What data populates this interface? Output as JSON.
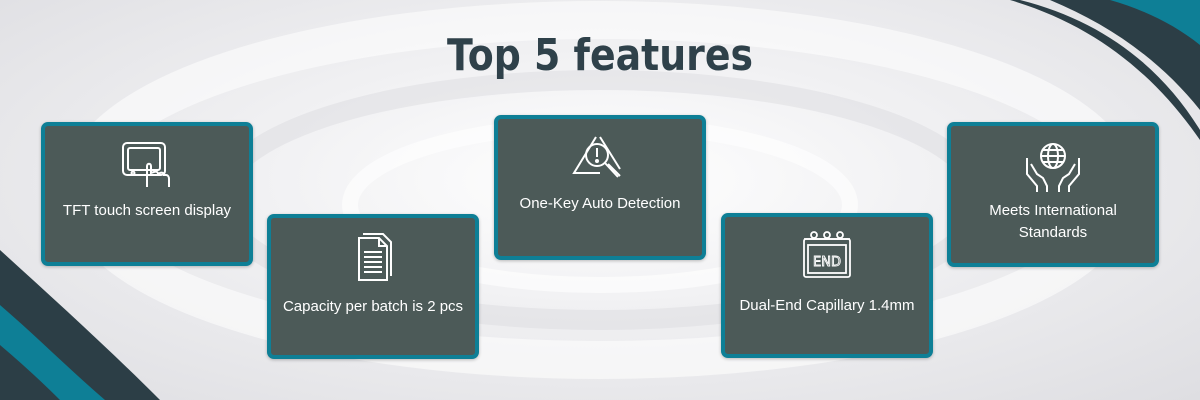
{
  "title": "Top 5 features",
  "features": [
    {
      "icon": "touchscreen-icon",
      "label": "TFT touch screen display"
    },
    {
      "icon": "documents-icon",
      "label": "Capacity per batch is 2 pcs"
    },
    {
      "icon": "warning-search-icon",
      "label": "One-Key Auto Detection"
    },
    {
      "icon": "end-calendar-icon",
      "label": "Dual-End Capillary 1.4mm"
    },
    {
      "icon": "globe-hands-icon",
      "label": "Meets International Standards"
    }
  ],
  "colors": {
    "card_bg": "#4c5a58",
    "card_border": "#0e7f96",
    "title": "#2f414a",
    "accent_dark": "#2c3e46"
  }
}
